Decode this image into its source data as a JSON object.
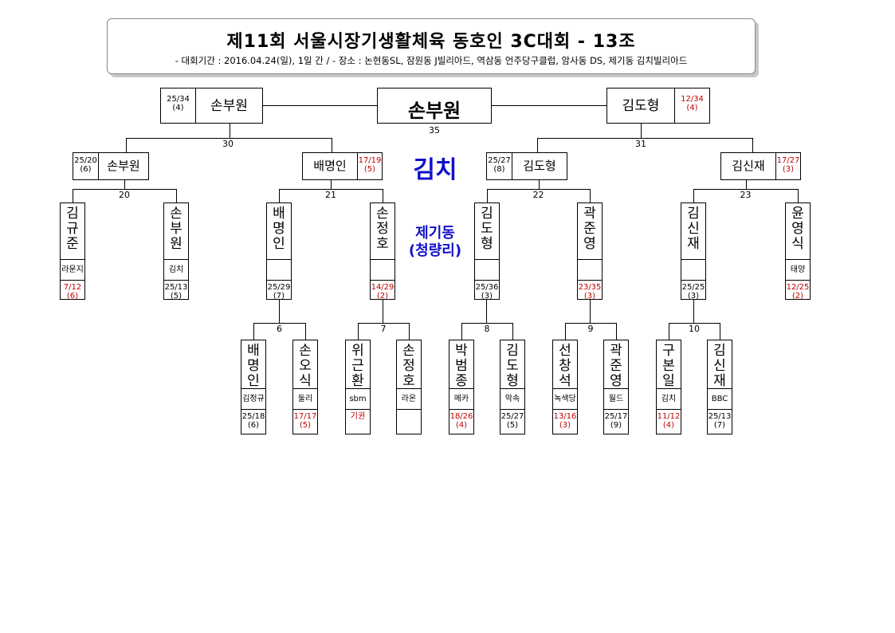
{
  "header": {
    "title": "제11회 서울시장기생활체육 동호인 3C대회 - 13조",
    "subtitle": "- 대회기간 : 2016.04.24(일), 1일 간 / - 장소 : 논현동SL, 잠원동 J빌리아드, 역삼동 언주당구클럽, 암사동 DS, 제기동 김치빌리아드"
  },
  "venue": {
    "club": "김치",
    "location_line1": "제기동",
    "location_line2": "(청량리)"
  },
  "final": {
    "champion": "손부원",
    "match_number": "35",
    "left": {
      "name": "손부원",
      "score": "25/34",
      "innings": "(4)"
    },
    "right": {
      "name": "김도형",
      "score": "12/34",
      "innings": "(4)"
    }
  },
  "semis": {
    "left": {
      "match_number": "30",
      "a": {
        "name": "손부원",
        "score": "25/20",
        "innings": "(6)"
      },
      "b": {
        "name": "배명인",
        "score": "17/19",
        "innings": "(5)"
      }
    },
    "right": {
      "match_number": "31",
      "a": {
        "name": "김도형",
        "score": "25/27",
        "innings": "(8)"
      },
      "b": {
        "name": "김신재",
        "score": "17/27",
        "innings": "(3)"
      }
    }
  },
  "round2": [
    {
      "match_number": "20",
      "a": {
        "name": "김규준",
        "club": "라운지",
        "score": "7/12",
        "innings": "(6)"
      },
      "b": {
        "name": "손부원",
        "club": "김치",
        "score": "25/13",
        "innings": "(5)"
      }
    },
    {
      "match_number": "21",
      "a": {
        "name": "배명인",
        "club": "",
        "score": "25/29",
        "innings": "(7)"
      },
      "b": {
        "name": "손정호",
        "club": "",
        "score": "14/29",
        "innings": "(2)"
      }
    },
    {
      "match_number": "22",
      "a": {
        "name": "김도형",
        "club": "",
        "score": "25/36",
        "innings": "(3)"
      },
      "b": {
        "name": "곽준영",
        "club": "",
        "score": "23/35",
        "innings": "(3)"
      }
    },
    {
      "match_number": "23",
      "a": {
        "name": "김신재",
        "club": "",
        "score": "25/25",
        "innings": "(3)"
      },
      "b": {
        "name": "윤영식",
        "club": "태양",
        "score": "12/25",
        "innings": "(2)"
      }
    }
  ],
  "round1": [
    {
      "match_number": "6",
      "a": {
        "name": "배명인",
        "club": "김정규",
        "score": "25/18",
        "innings": "(6)"
      },
      "b": {
        "name": "손오식",
        "club": "둘리",
        "score": "17/17",
        "innings": "(5)"
      }
    },
    {
      "match_number": "7",
      "a": {
        "name": "위근환",
        "club": "sbm",
        "score": "기권",
        "innings": ""
      },
      "b": {
        "name": "손정호",
        "club": "라온",
        "score": "",
        "innings": ""
      }
    },
    {
      "match_number": "8",
      "a": {
        "name": "박범종",
        "club": "메카",
        "score": "18/26",
        "innings": "(4)"
      },
      "b": {
        "name": "김도형",
        "club": "악속",
        "score": "25/27",
        "innings": "(5)"
      }
    },
    {
      "match_number": "9",
      "a": {
        "name": "선창석",
        "club": "녹색당",
        "score": "13/16",
        "innings": "(3)"
      },
      "b": {
        "name": "곽준영",
        "club": "월드",
        "score": "25/17",
        "innings": "(9)"
      }
    },
    {
      "match_number": "10",
      "a": {
        "name": "구본일",
        "club": "김치",
        "score": "11/12",
        "innings": "(4)"
      },
      "b": {
        "name": "김신재",
        "club": "BBC",
        "score": "25/13",
        "innings": "(7)"
      }
    }
  ],
  "colors": {
    "win": "#000000",
    "loss": "#c00000",
    "venue": "#1010cc"
  }
}
